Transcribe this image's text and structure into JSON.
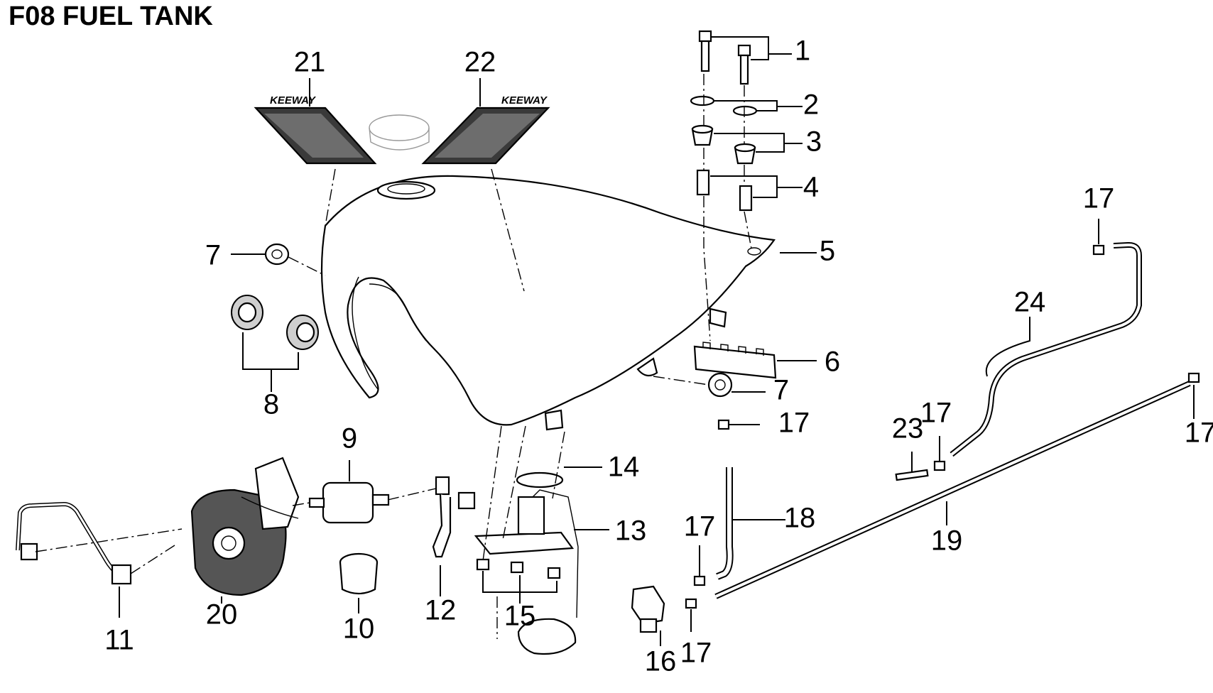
{
  "title": "F08 FUEL TANK",
  "decal_text": "KEEWAY",
  "callouts": [
    "1",
    "2",
    "3",
    "4",
    "5",
    "6",
    "7",
    "7",
    "8",
    "9",
    "10",
    "11",
    "12",
    "13",
    "14",
    "15",
    "16",
    "17",
    "17",
    "17",
    "17",
    "17",
    "17",
    "18",
    "19",
    "20",
    "21",
    "22",
    "23",
    "24"
  ]
}
